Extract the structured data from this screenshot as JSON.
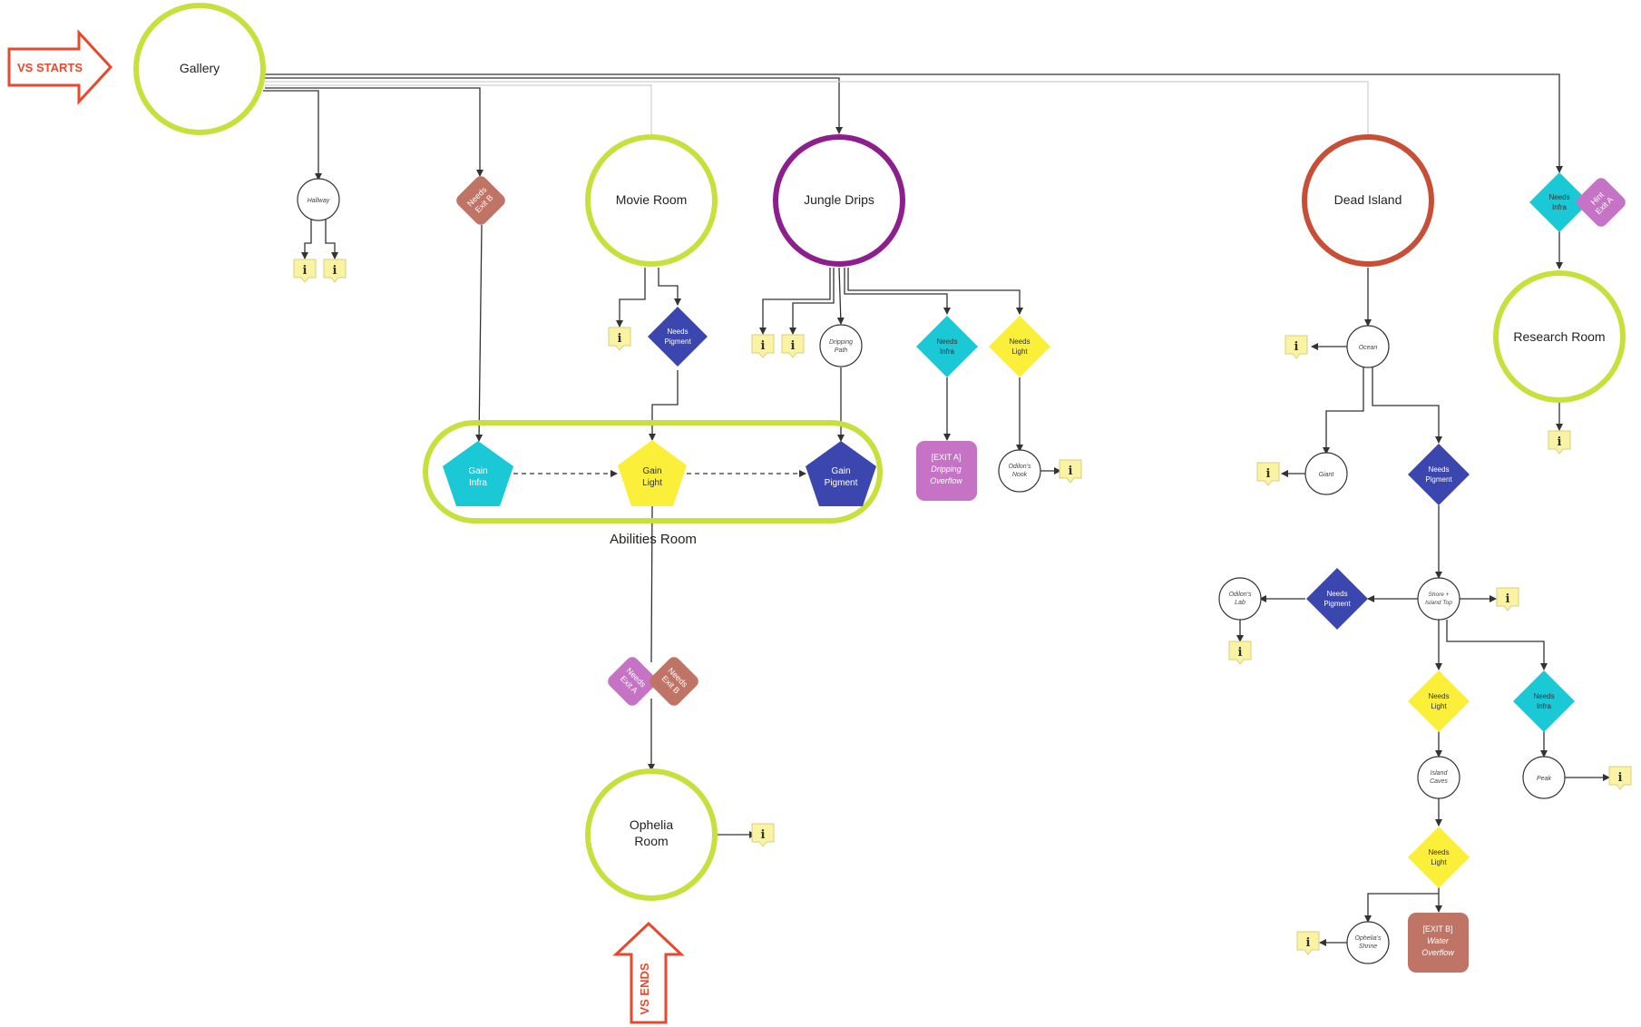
{
  "colors": {
    "green": "#c8e03c",
    "purple": "#8e1d8e",
    "red": "#c84e35",
    "cyan": "#1bc8d6",
    "blue": "#3b47ae",
    "yellow": "#fbef3a",
    "pink": "#c673c5",
    "brown": "#c07466",
    "note": "#fbf3a4",
    "arrow": "#e8482c"
  },
  "markers": {
    "start": "VS STARTS",
    "end": "VS ENDS"
  },
  "rooms": {
    "gallery": "Gallery",
    "movie": "Movie Room",
    "jungle": "Jungle Drips",
    "dead_island": "Dead Island",
    "research": "Research Room",
    "ophelia": [
      "Ophelia",
      "Room"
    ],
    "abilities": "Abilities Room"
  },
  "sublocations": {
    "hallway": "Hallway",
    "dripping_path": [
      "Dripping",
      "Path"
    ],
    "odilons_nook": [
      "Odilon's",
      "Nook"
    ],
    "ocean": "Ocean",
    "giant": "Giant",
    "shore": [
      "Shore +",
      "Island Top"
    ],
    "odilons_lab": [
      "Odilon's",
      "Lab"
    ],
    "island_caves": [
      "Island",
      "Caves"
    ],
    "peak": "Peak",
    "ophelias_shrine": [
      "Ophelia's",
      "Shrine"
    ]
  },
  "abilities": {
    "infra": [
      "Gain",
      "Infra"
    ],
    "light": [
      "Gain",
      "Light"
    ],
    "pigment": [
      "Gain",
      "Pigment"
    ]
  },
  "requirements": {
    "needs_infra": [
      "Needs",
      "Infra"
    ],
    "needs_light": [
      "Needs",
      "Light"
    ],
    "needs_pigment": [
      "Needs",
      "Pigment"
    ],
    "needs_exit_a": [
      "Needs",
      "Exit A"
    ],
    "needs_exit_b": [
      "Needs",
      "Exit B"
    ],
    "hint_exit_a": [
      "Hint",
      "Exit A"
    ]
  },
  "exits": {
    "exit_a": [
      "[EXIT A]",
      "Dripping",
      "Overflow"
    ],
    "exit_b": [
      "[EXIT B]",
      "Water",
      "Overflow"
    ]
  },
  "info_icon": "i"
}
